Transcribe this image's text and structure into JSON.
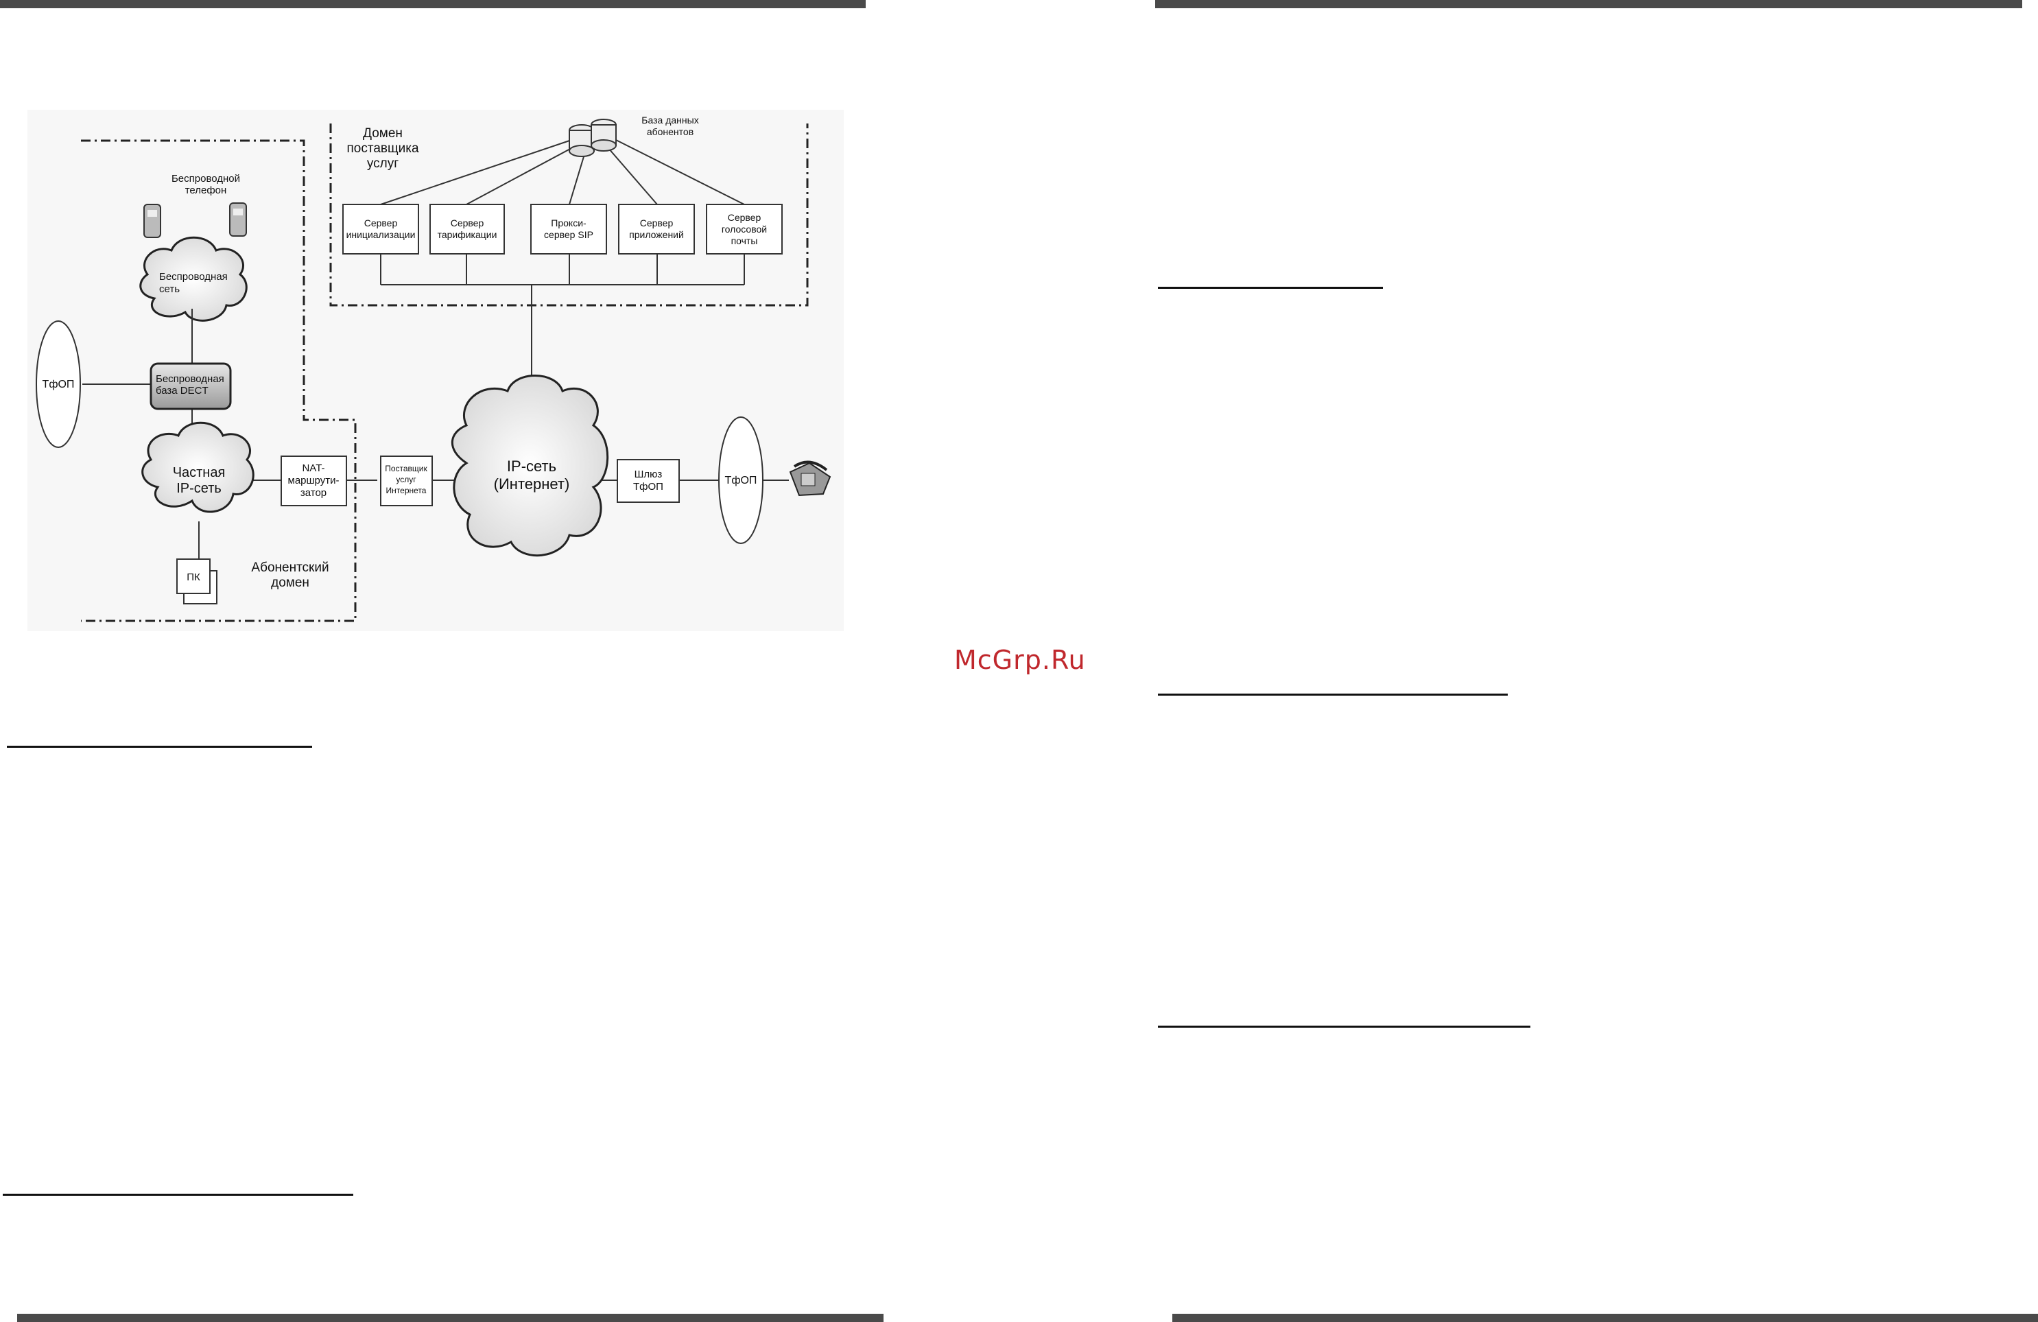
{
  "diagram": {
    "provider_domain": [
      "Домен",
      "поставщика",
      "услуг"
    ],
    "subscriber_db": [
      "База данных",
      "абонентов"
    ],
    "servers": [
      [
        "Сервер",
        "инициализации"
      ],
      [
        "Сервер",
        "тарификации"
      ],
      [
        "Прокси-",
        "сервер SIP"
      ],
      [
        "Сервер",
        "приложений"
      ],
      [
        "Сервер",
        "голосовой",
        "почты"
      ]
    ],
    "cordless_phone": [
      "Беспроводной",
      "телефон"
    ],
    "wireless_net": [
      "Беспроводная",
      "сеть"
    ],
    "pstn_left": "ТфОП",
    "dect_base": [
      "Беспроводная",
      "база DECT"
    ],
    "private_ip": [
      "Частная",
      "IP-сеть"
    ],
    "nat_router": [
      "NAT-",
      "маршрути-",
      "затор"
    ],
    "isp": [
      "Поставщик",
      "услуг",
      "Интернета"
    ],
    "ip_network": [
      "IP-сеть",
      "(Интернет)"
    ],
    "pstn_gateway": [
      "Шлюз",
      "ТфОП"
    ],
    "pstn_right": "ТфОП",
    "pc": "ПК",
    "subscriber_domain": [
      "Абонентский",
      "домен"
    ]
  },
  "watermark": "McGrp.Ru"
}
